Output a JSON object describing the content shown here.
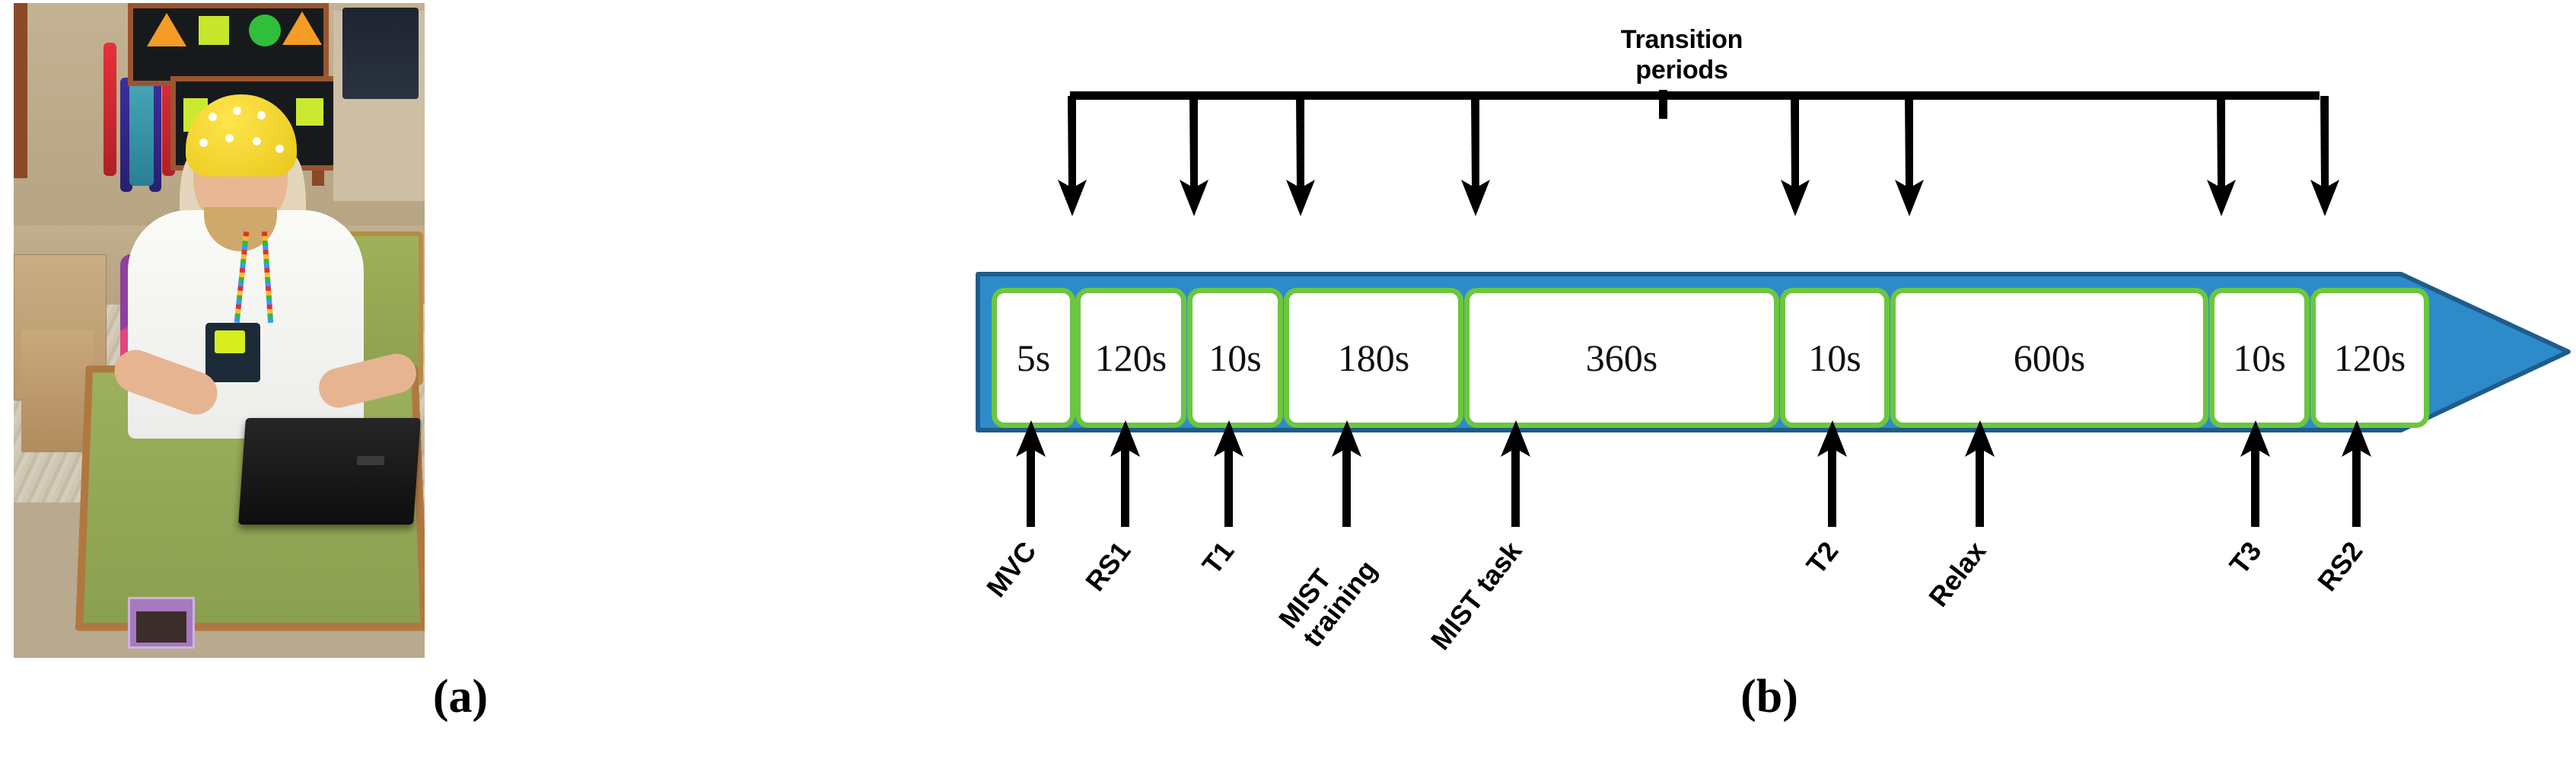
{
  "figure": {
    "panels": [
      {
        "id": "a",
        "caption": "(a)",
        "kind": "photograph",
        "description": "Participant wearing a yellow EEG cap seated at a classroom desk in front of a laptop"
      },
      {
        "id": "b",
        "caption": "(b)",
        "kind": "timeline-diagram"
      }
    ]
  },
  "timeline": {
    "annotation": {
      "line1": "Transition",
      "line2": "periods"
    },
    "segments": [
      {
        "duration": "5s",
        "event": "MVC"
      },
      {
        "duration": "120s",
        "event": "RS1"
      },
      {
        "duration": "10s",
        "event": "T1"
      },
      {
        "duration": "180s",
        "event": "MIST\ntraining"
      },
      {
        "duration": "360s",
        "event": "MIST task"
      },
      {
        "duration": "10s",
        "event": "T2"
      },
      {
        "duration": "600s",
        "event": "Relax"
      },
      {
        "duration": "10s",
        "event": "T3"
      },
      {
        "duration": "120s",
        "event": "RS2"
      }
    ],
    "transition_marker_count": 8,
    "colors": {
      "arrow_fill": "#2d8bc9",
      "arrow_border": "#1f5c8b",
      "segment_border": "#6cc63f",
      "segment_fill": "#ffffff",
      "annotation": "#000000"
    }
  }
}
